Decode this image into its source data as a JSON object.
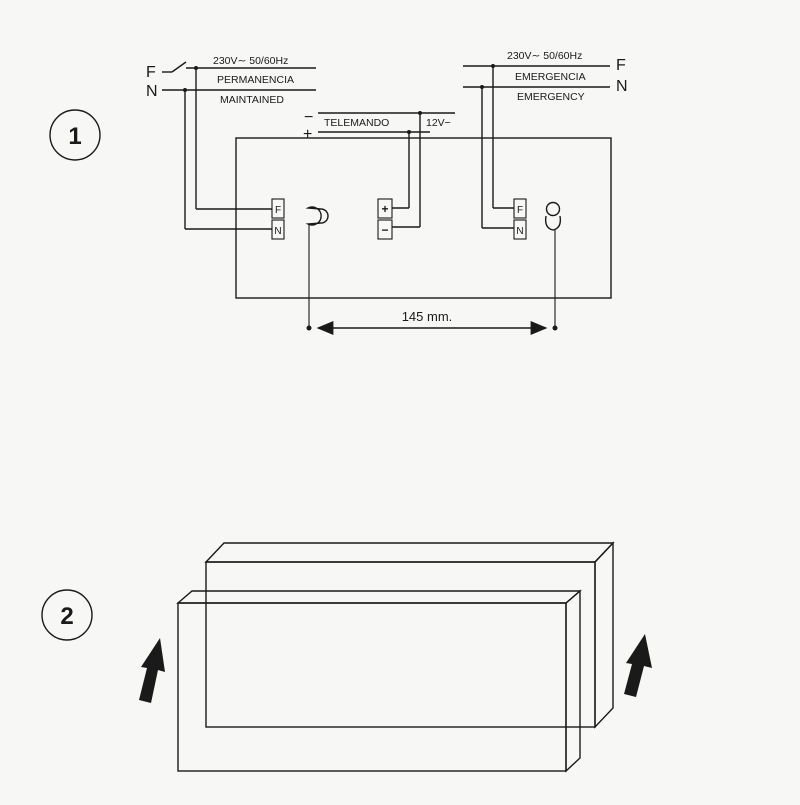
{
  "steps": {
    "step1": "1",
    "step2": "2"
  },
  "left_feed": {
    "phase": "F",
    "neutral": "N",
    "voltage": "230V∼ 50/60Hz",
    "label_es": "PERMANENCIA",
    "label_en": "MAINTAINED"
  },
  "right_feed": {
    "phase": "F",
    "neutral": "N",
    "voltage": "230V∼ 50/60Hz",
    "label_es": "EMERGENCIA",
    "label_en": "EMERGENCY"
  },
  "remote": {
    "minus": "−",
    "plus": "+",
    "label": "TELEMANDO",
    "voltage": "12V−"
  },
  "terminals": {
    "left_f": "F",
    "left_n": "N",
    "mid_plus": "+",
    "mid_minus": "−",
    "right_f": "F",
    "right_n": "N"
  },
  "dimension": {
    "distance": "145 mm."
  },
  "colors": {
    "ink": "#1a1a1a",
    "paper": "#f7f7f5"
  }
}
